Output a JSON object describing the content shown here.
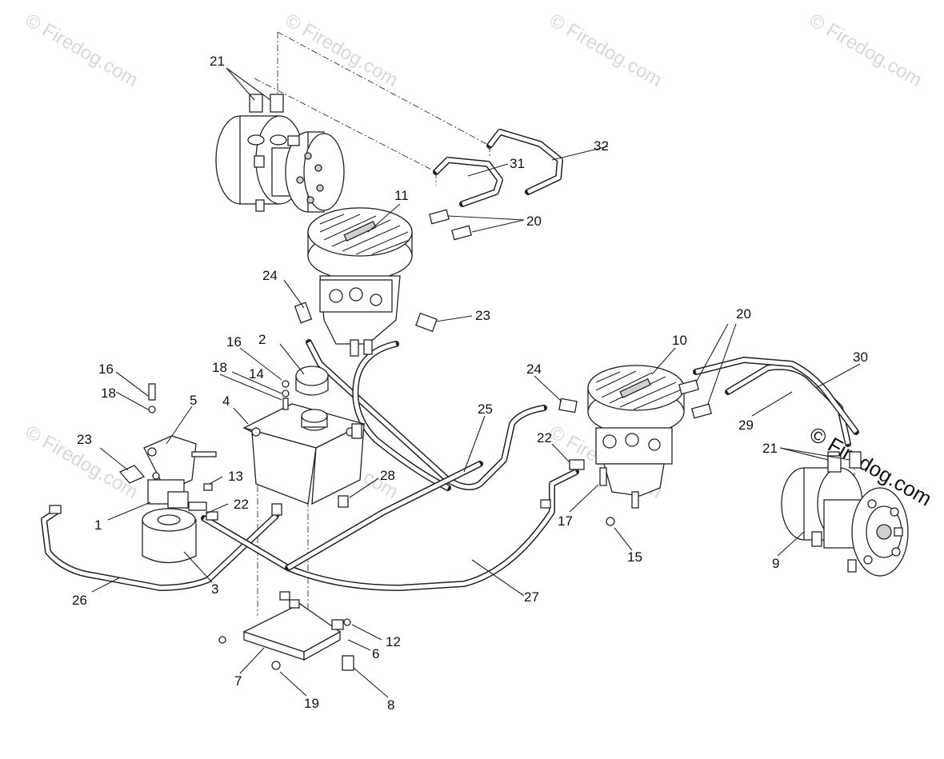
{
  "watermark": {
    "text": "© Firedog.com"
  },
  "callouts": [
    {
      "id": "c21a",
      "text": "21"
    },
    {
      "id": "c32",
      "text": "32"
    },
    {
      "id": "c31",
      "text": "31"
    },
    {
      "id": "c11",
      "text": "11"
    },
    {
      "id": "c20a",
      "text": "20"
    },
    {
      "id": "c24a",
      "text": "24"
    },
    {
      "id": "c23a",
      "text": "23"
    },
    {
      "id": "c16a",
      "text": "16"
    },
    {
      "id": "c2",
      "text": "2"
    },
    {
      "id": "c16b",
      "text": "16"
    },
    {
      "id": "c18a",
      "text": "18"
    },
    {
      "id": "c14",
      "text": "14"
    },
    {
      "id": "c18b",
      "text": "18"
    },
    {
      "id": "c5",
      "text": "5"
    },
    {
      "id": "c4",
      "text": "4"
    },
    {
      "id": "c23b",
      "text": "23"
    },
    {
      "id": "c13",
      "text": "13"
    },
    {
      "id": "c22a",
      "text": "22"
    },
    {
      "id": "c1",
      "text": "1"
    },
    {
      "id": "c28",
      "text": "28"
    },
    {
      "id": "c3",
      "text": "3"
    },
    {
      "id": "c26",
      "text": "26"
    },
    {
      "id": "c25",
      "text": "25"
    },
    {
      "id": "c24b",
      "text": "24"
    },
    {
      "id": "c22b",
      "text": "22"
    },
    {
      "id": "c17",
      "text": "17"
    },
    {
      "id": "c15",
      "text": "15"
    },
    {
      "id": "c10",
      "text": "10"
    },
    {
      "id": "c20b",
      "text": "20"
    },
    {
      "id": "c30",
      "text": "30"
    },
    {
      "id": "c29",
      "text": "29"
    },
    {
      "id": "c21b",
      "text": "21"
    },
    {
      "id": "c9",
      "text": "9"
    },
    {
      "id": "c27",
      "text": "27"
    },
    {
      "id": "c12",
      "text": "12"
    },
    {
      "id": "c6",
      "text": "6"
    },
    {
      "id": "c7",
      "text": "7"
    },
    {
      "id": "c19",
      "text": "19"
    },
    {
      "id": "c8",
      "text": "8"
    }
  ]
}
